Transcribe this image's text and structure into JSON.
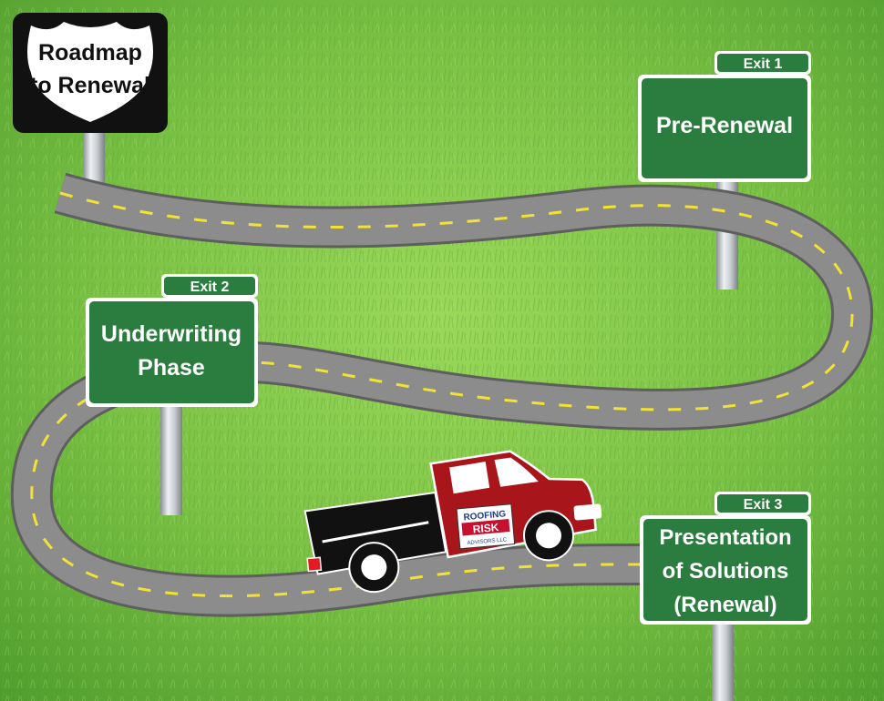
{
  "title_sign": {
    "line1": "Roadmap",
    "line2": "to Renewal"
  },
  "exits": [
    {
      "exit_label": "Exit 1",
      "lines": [
        "Pre-Renewal"
      ]
    },
    {
      "exit_label": "Exit 2",
      "lines": [
        "Underwriting",
        "Phase"
      ]
    },
    {
      "exit_label": "Exit 3",
      "lines": [
        "Presentation",
        "of Solutions",
        "(Renewal)"
      ]
    }
  ],
  "truck_logo": {
    "line1": "ROOFING",
    "line2": "RISK",
    "line3": "ADVISORS LLC"
  },
  "colors": {
    "grass_light": "#8fd14f",
    "grass_dark": "#4c9a2a",
    "road": "#8c8c8c",
    "road_edge": "#5e5e5e",
    "lane_marker": "#f2e233",
    "sign_green": "#2a7d3e",
    "truck_red": "#a8161b",
    "truck_black": "#111111"
  }
}
